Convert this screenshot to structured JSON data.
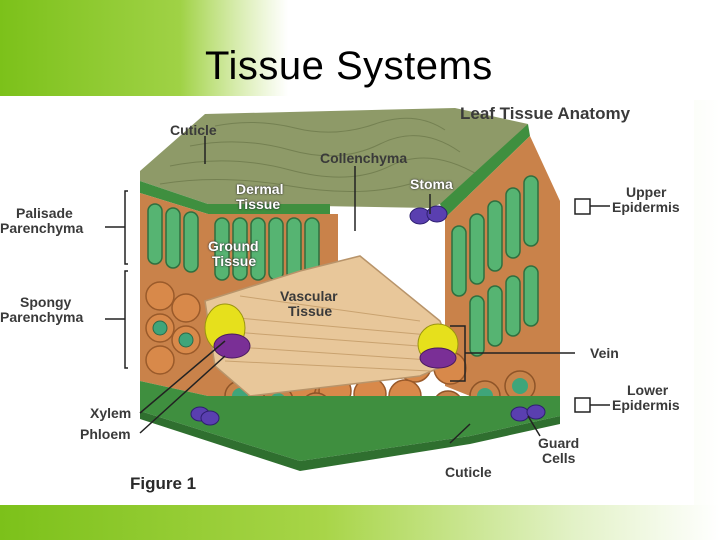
{
  "slide": {
    "title": "Tissue Systems"
  },
  "figure": {
    "heading": "Leaf Tissue Anatomy",
    "caption": "Figure 1",
    "labels": {
      "cuticle_top": "Cuticle",
      "collenchyma": "Collenchyma",
      "dermal_1": "Dermal",
      "dermal_2": "Tissue",
      "stoma": "Stoma",
      "palisade_1": "Palisade",
      "palisade_2": "Parenchyma",
      "ground_1": "Ground",
      "ground_2": "Tissue",
      "upper_1": "Upper",
      "upper_2": "Epidermis",
      "spongy_1": "Spongy",
      "spongy_2": "Parenchyma",
      "vascular_1": "Vascular",
      "vascular_2": "Tissue",
      "vein": "Vein",
      "lower_1": "Lower",
      "lower_2": "Epidermis",
      "xylem": "Xylem",
      "phloem": "Phloem",
      "guard_1": "Guard",
      "guard_2": "Cells",
      "cuticle_bottom": "Cuticle"
    }
  },
  "colors": {
    "top_gradient_green": "#7cc11a",
    "cuticle_green": "#6f8a3c",
    "epidermis_green": "#3f8f3f",
    "palisade_green": "#4fae6a",
    "spongy_orange": "#d8894a",
    "vascular_tan": "#e8c79a",
    "xylem_yellow": "#e6e01c",
    "phloem_purple": "#7a2f96",
    "stoma_purple": "#5a3fb0"
  }
}
